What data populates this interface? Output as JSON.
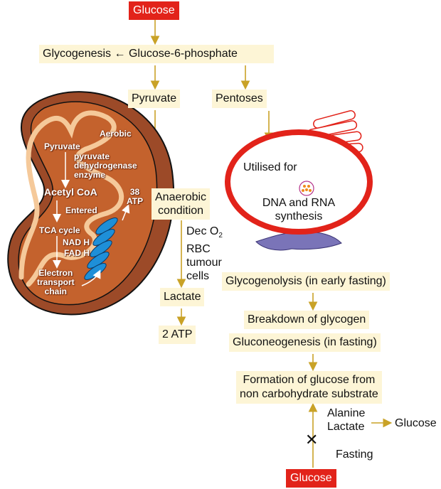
{
  "top": {
    "glucose": "Glucose",
    "glycogenesis": "Glycogenesis",
    "arrow_left": "←",
    "g6p": "Glucose-6-phosphate",
    "pyruvate": "Pyruvate",
    "pentoses": "Pentoses"
  },
  "mitochondrion": {
    "aerobic": "Aerobic",
    "pyruvate": "Pyruvate",
    "enzyme": [
      "pyruvate",
      "dehydrogenase",
      "enzyme"
    ],
    "acetyl_coa": "Acetyl CoA",
    "entered": "Entered",
    "tca": "TCA cycle",
    "nadh": "NAD H",
    "fadh": "FAD H",
    "etc": [
      "Electron",
      "transport",
      "chain"
    ],
    "atp": [
      "38",
      "ATP"
    ]
  },
  "cell": {
    "utilised": "Utilised for",
    "synthesis": [
      "DNA and RNA",
      "synthesis"
    ]
  },
  "anaerobic": {
    "condition": [
      "Anaerobic",
      "condition"
    ],
    "conditions": [
      "Dec O",
      "2",
      "RBC",
      "tumour",
      "cells"
    ],
    "lactate": "Lactate",
    "atp": "2 ATP"
  },
  "fasting": {
    "glycogenolysis": "Glycogenolysis (in early fasting)",
    "breakdown": "Breakdown of glycogen",
    "gluconeogenesis": "Gluconeogenesis (in fasting)",
    "formation": [
      "Formation of glucose from",
      "non carbohydrate substrate"
    ],
    "substrates": [
      "Alanine",
      "Lactate"
    ],
    "glucose_out": "Glucose",
    "cross": "✕",
    "fasting": "Fasting",
    "glucose_bottom": "Glucose"
  },
  "colors": {
    "arrow": "#c9a227",
    "label_bg": "#fdf5d6",
    "red": "#e2231a"
  }
}
